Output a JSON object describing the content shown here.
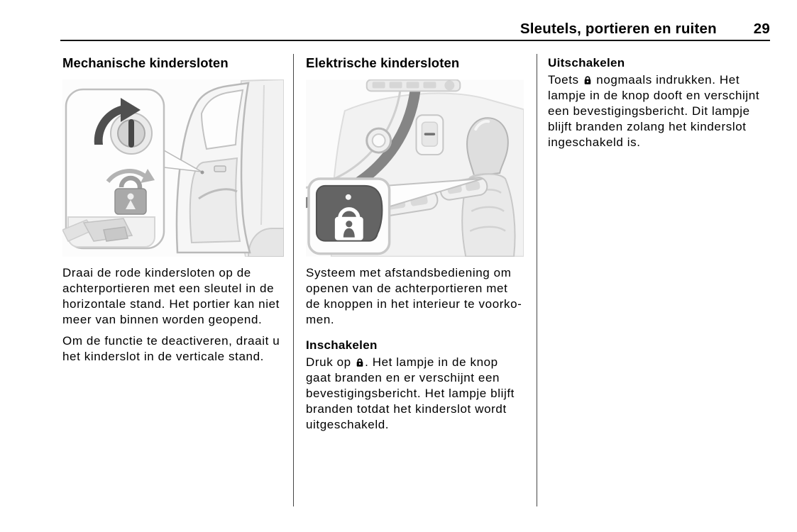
{
  "header": {
    "title": "Sleutels, portieren en ruiten",
    "page_number": "29"
  },
  "col1": {
    "heading": "Mechanische kindersloten",
    "illustration": "rear-door-open-with-child-lock-callout",
    "para1": "Draai de rode kindersloten op de achterportieren met een sleutel in de horizontale stand. Het portier kan niet meer van binnen worden geopend.",
    "para2": "Om de functie te deactiveren, draait u het kinderslot in de verticale stand."
  },
  "col2": {
    "heading": "Elektrische kindersloten",
    "illustration": "center-console-with-child-lock-button-callout",
    "para1": "Systeem met afstandsbediening om openen van de achterportieren met de knoppen in het interieur te voorko­men.",
    "inschakelen": {
      "heading": "Inschakelen",
      "before_icon": "Druk op ",
      "after_icon": ". Het lampje in de knop gaat branden en er verschijnt een bevesti­gingsbericht. Het lampje blijft branden totdat het kinderslot wordt uitgescha­keld."
    }
  },
  "col3": {
    "uitschakelen": {
      "heading": "Uitschakelen",
      "before_icon": "Toets ",
      "after_icon": " nogmaals indrukken. Het lampje in de knop dooft en verschijnt een bevestigingsbericht. Dit lampje blijft branden zolang het kinderslot ingeschakeld is."
    }
  },
  "symbols": {
    "child_lock": "padlock-icon"
  },
  "colors": {
    "text": "#000000",
    "header_rule": "#141414",
    "column_divider": "#464646",
    "button_dark": "#646464",
    "illustration_gray": "#c9c9c9"
  }
}
